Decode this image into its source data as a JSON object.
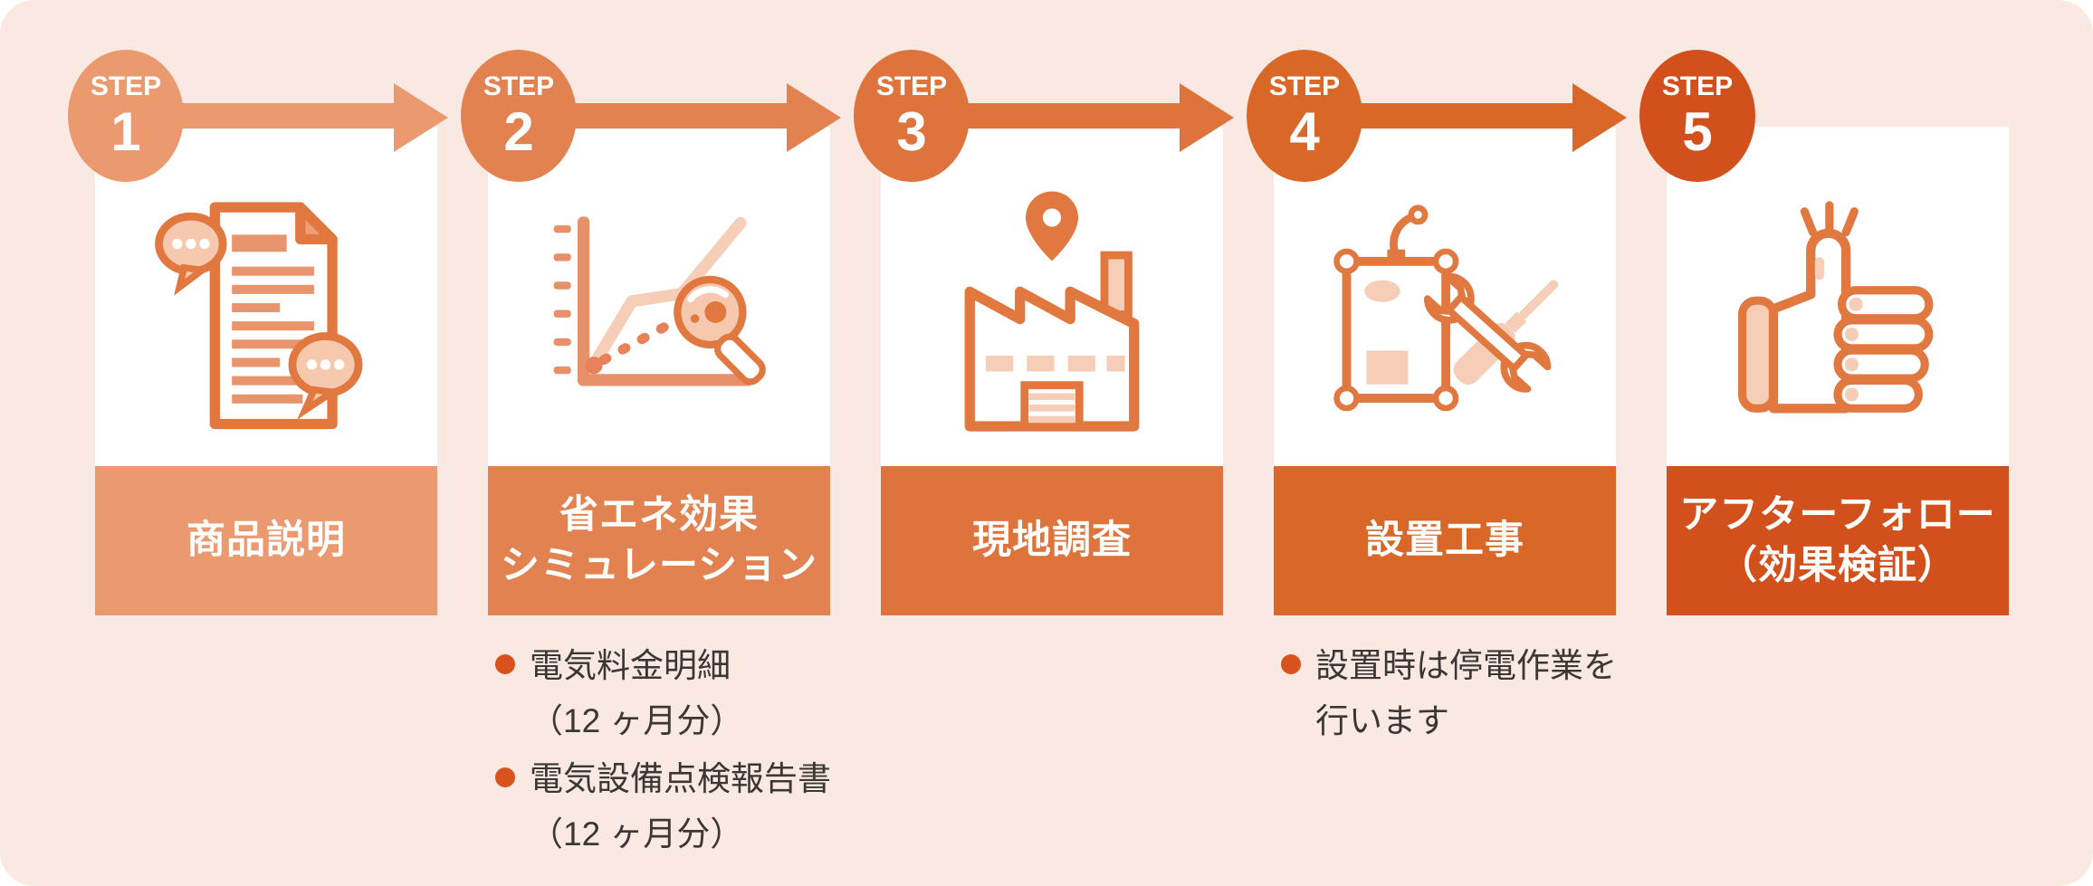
{
  "canvas": {
    "background": "#FAE9E3"
  },
  "colors": {
    "step1": "#EB9A70",
    "step2": "#E28250",
    "step3": "#DE743C",
    "step4": "#D96728",
    "step5": "#D2501C",
    "note_bullet": "#D8521B",
    "note_text": "#3B3734",
    "icon_stroke": "#E07840",
    "icon_pale_fill": "#F6CDB6",
    "icon_bubble_fill": "#F6C9AF",
    "label_text": "#FFFFFF"
  },
  "steps": [
    {
      "badge": "STEP",
      "number": "1",
      "label": "商品説明",
      "icon": "document-chat-icon",
      "color": "#EB9A70",
      "arrow": true,
      "notes": []
    },
    {
      "badge": "STEP",
      "number": "2",
      "label": "省エネ効果\nシミュレーション",
      "icon": "chart-magnifier-icon",
      "color": "#E28250",
      "arrow": true,
      "notes": [
        "電気料金明細\n（12 ヶ月分）",
        "電気設備点検報告書\n（12 ヶ月分）"
      ]
    },
    {
      "badge": "STEP",
      "number": "3",
      "label": "現地調査",
      "icon": "factory-location-icon",
      "color": "#DE743C",
      "arrow": true,
      "notes": []
    },
    {
      "badge": "STEP",
      "number": "4",
      "label": "設置工事",
      "icon": "equipment-tools-icon",
      "color": "#D96728",
      "arrow": true,
      "notes": [
        "設置時は停電作業を\n行います"
      ]
    },
    {
      "badge": "STEP",
      "number": "5",
      "label": "アフターフォロー\n（効果検証）",
      "icon": "thumbs-up-icon",
      "color": "#D2501C",
      "arrow": false,
      "notes": []
    }
  ]
}
